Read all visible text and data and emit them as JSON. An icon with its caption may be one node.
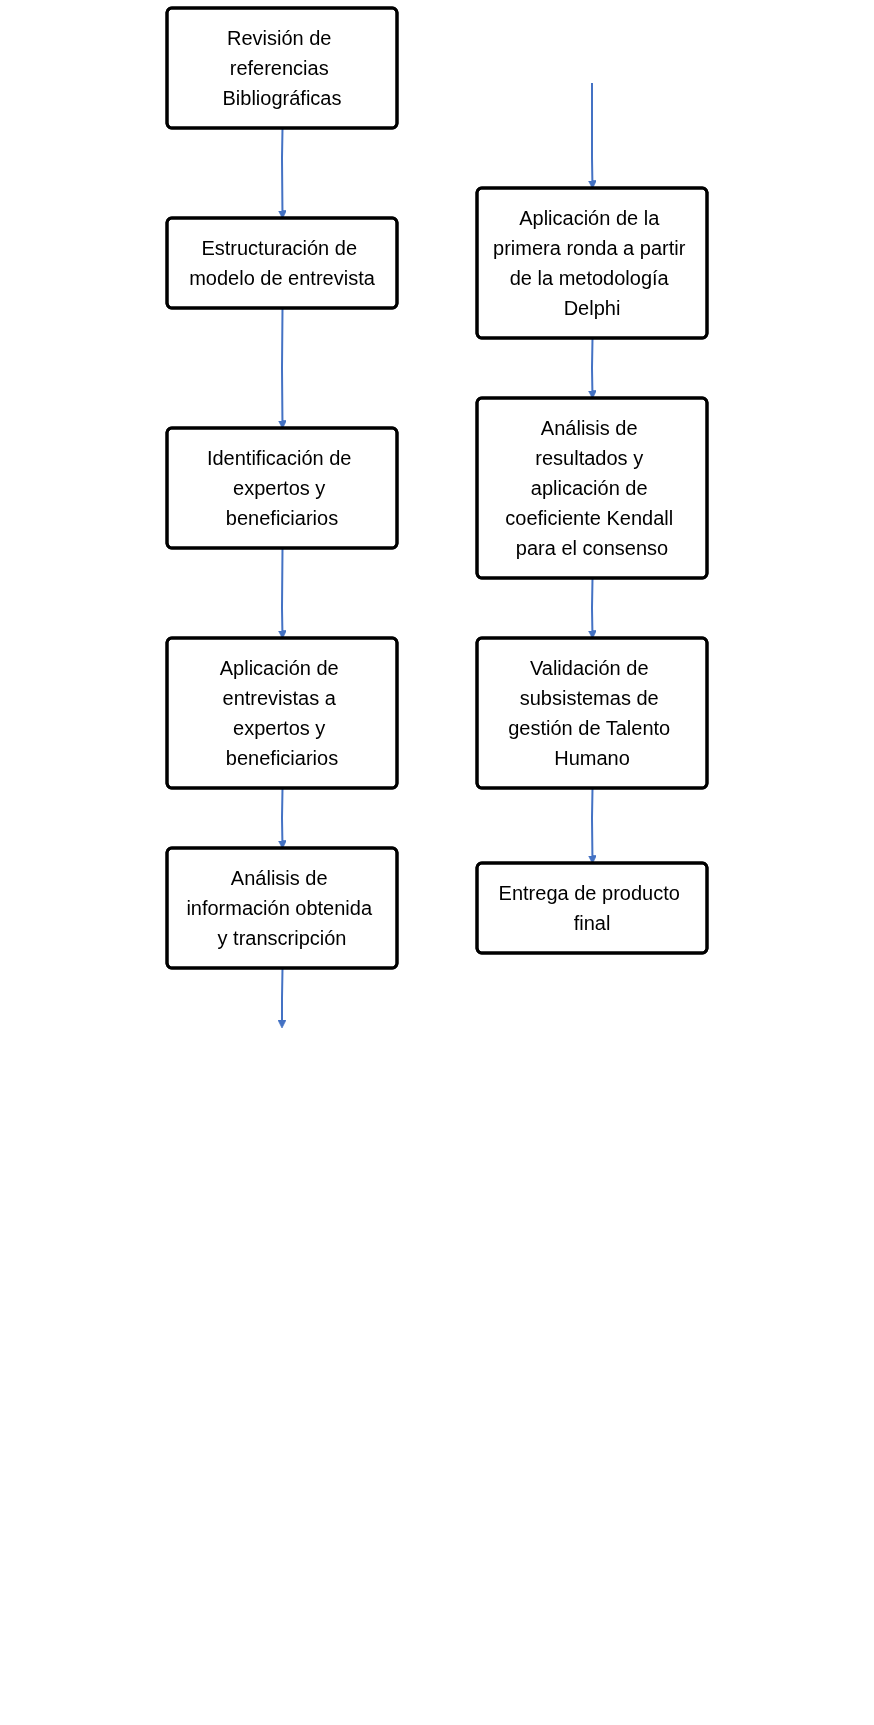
{
  "diagram": {
    "nodes": [
      {
        "text": [
          "Revisión de referencias Bibliográficas"
        ]
      },
      {
        "text": [
          "Estructuración de modelo de entrevista"
        ]
      },
      {
        "text": [
          "Identificación de expertos y beneficiarios"
        ]
      },
      {
        "text": [
          "Aplicación de entrevistas a expertos y beneficiarios"
        ]
      },
      {
        "text": [
          "Análisis de información obtenida y transcripción"
        ]
      },
      {
        "text": [
          "Entrega de producto final"
        ]
      },
      {
        "text": [
          "Validación de subsistemas de gestión de Talento Humano"
        ]
      },
      {
        "text": [
          "Análisis de resultados y aplicación de coeficiente Kendall para el consenso"
        ]
      },
      {
        "text": [
          "Aplicación de la primera ronda a partir de la metodología Delphi"
        ]
      }
    ],
    "edges": [
      {
        "from": 0,
        "to": 1,
        "arrow": "to"
      },
      {
        "from": 1,
        "to": 2,
        "arrow": "to"
      },
      {
        "from": 2,
        "to": 3,
        "arrow": "to"
      },
      {
        "from": 3,
        "to": 4,
        "arrow": "to"
      },
      {
        "from": 4,
        "to": null,
        "arrow": "to"
      },
      {
        "from": null,
        "to": 8,
        "arrow": "to"
      },
      {
        "from": 8,
        "to": 7,
        "arrow": "to"
      },
      {
        "from": 7,
        "to": 6,
        "arrow": "to"
      },
      {
        "from": 6,
        "to": 5,
        "arrow": "to"
      }
    ]
  }
}
